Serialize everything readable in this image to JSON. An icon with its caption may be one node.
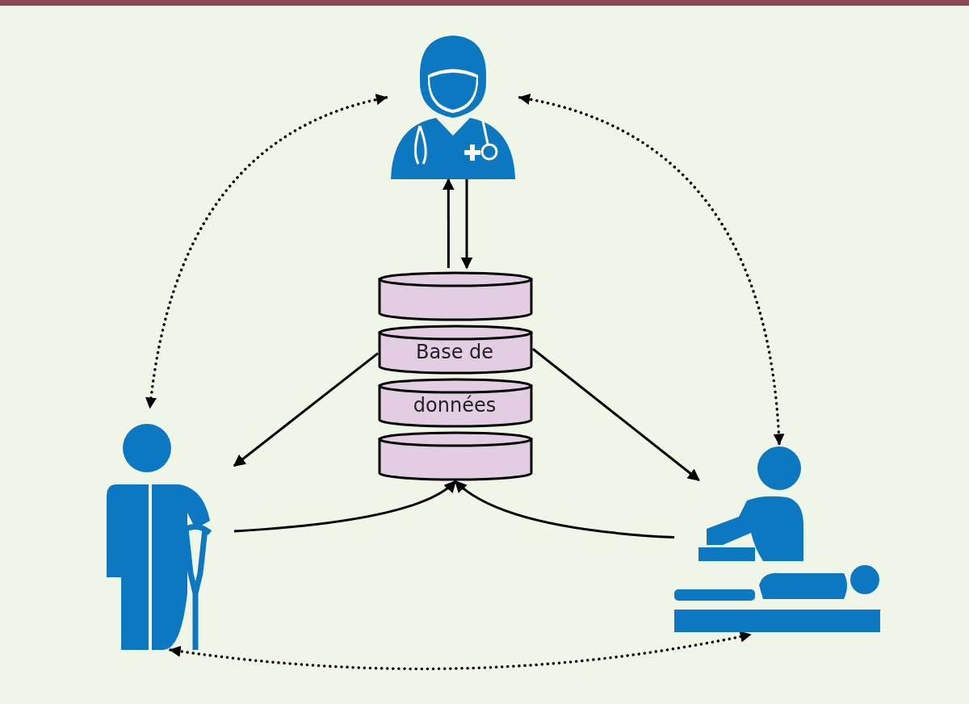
{
  "diagram": {
    "nodes": [
      {
        "text": [],
        "shape": "person"
      },
      {
        "text": [
          "Base de données"
        ]
      },
      {
        "text": [],
        "shape": "person"
      },
      {
        "text": [],
        "shape": "person"
      }
    ],
    "edges": [
      {
        "from": 0,
        "to": 2,
        "arrow": "both",
        "style": "dashed"
      },
      {
        "from": 0,
        "to": 3,
        "arrow": "both",
        "style": "dashed"
      },
      {
        "from": 2,
        "to": 3,
        "arrow": "both",
        "style": "dashed"
      },
      {
        "from": 1,
        "to": 0,
        "arrow": "to"
      },
      {
        "from": 0,
        "to": 1,
        "arrow": "to"
      },
      {
        "from": 1,
        "to": 2,
        "arrow": "to"
      },
      {
        "from": 1,
        "to": 3,
        "arrow": "to"
      },
      {
        "from": 2,
        "to": 1,
        "arrow": "to"
      },
      {
        "from": 3,
        "to": 1,
        "arrow": "to"
      }
    ]
  }
}
